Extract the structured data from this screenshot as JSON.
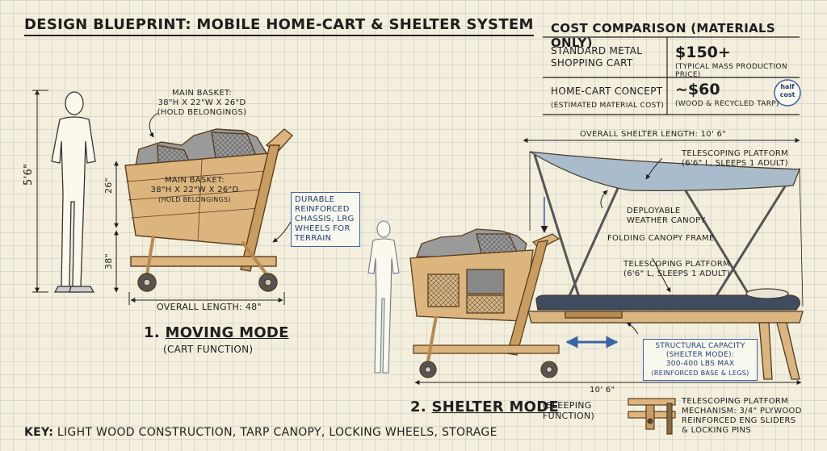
{
  "title": "DESIGN BLUEPRINT: MOBILE HOME-CART & SHELTER SYSTEM",
  "cost": {
    "heading": "COST COMPARISON (MATERIALS ONLY)",
    "row1_label_a": "STANDARD METAL",
    "row1_label_b": "SHOPPING CART",
    "row1_price": "$150+",
    "row1_note": "(TYPICAL MASS PRODUCTION PRICE)",
    "row2_label": "HOME-CART CONCEPT",
    "row2_sub": "(ESTIMATED MATERIAL COST)",
    "row2_price": "~$60",
    "row2_note": "(WOOD & RECYCLED TARP)",
    "badge_a": "half",
    "badge_b": "cost"
  },
  "moving": {
    "basket_top_a": "MAIN BASKET:",
    "basket_top_b": "38\"H x 22\"W x 26\"D",
    "basket_top_c": "(HOLD BELONGINGS)",
    "basket_in_a": "MAIN BASKET:",
    "basket_in_b": "38\"H x 22\"W x 26\"D",
    "basket_in_c": "(HOLD BELONGINGS)",
    "height_person": "5'6\"",
    "height_basket": "26\"",
    "height_frame": "38\"",
    "chassis_a": "DURABLE",
    "chassis_b": "REINFORCED",
    "chassis_c": "CHASSIS, LRG",
    "chassis_d": "WHEELS FOR",
    "chassis_e": "TERRAIN",
    "overall_length": "OVERALL LENGTH: 48\"",
    "mode_num": "1.",
    "mode_name": "MOVING MODE",
    "mode_sub": "(CART FUNCTION)"
  },
  "shelter": {
    "overall_length": "OVERALL SHELTER LENGTH: 10' 6\"",
    "tele_top_a": "TELESCOPING PLATFORM",
    "tele_top_b": "(6'6\" L, SLEEPS 1 ADULT)",
    "canopy_a": "DEPLOYABLE",
    "canopy_b": "WEATHER CANOPY",
    "frame": "FOLDING CANOPY FRAME",
    "tele_mid_a": "TELESCOPING PLATFORM",
    "tele_mid_b": "(6'6\" L, SLEEPS 1 ADULT)",
    "struct_a": "STRUCTURAL CAPACITY",
    "struct_b": "(SHELTER MODE):",
    "struct_c": "300-400 LBS MAX",
    "struct_d": "(REINFORCED BASE & LEGS)",
    "length_bottom": "10' 6\"",
    "mode_num": "2.",
    "mode_name": "SHELTER MODE",
    "mode_sub_a": "(SLEEPING",
    "mode_sub_b": "FUNCTION)",
    "mech_a": "TELESCOPING PLATFORM",
    "mech_b": "MECHANISM: 3/4\" PLYWOOD",
    "mech_c": "REINFORCED ENG SLIDERS",
    "mech_d": "& LOCKING PINS"
  },
  "key": {
    "label": "KEY:",
    "text": "LIGHT WOOD CONSTRUCTION, TARP CANOPY, LOCKING WHEELS, STORAGE"
  },
  "colors": {
    "wood": "#dcb57e",
    "wood_dark": "#b98a4e",
    "tarp": "#a9bccc",
    "blue_accent": "#3c63a8"
  }
}
